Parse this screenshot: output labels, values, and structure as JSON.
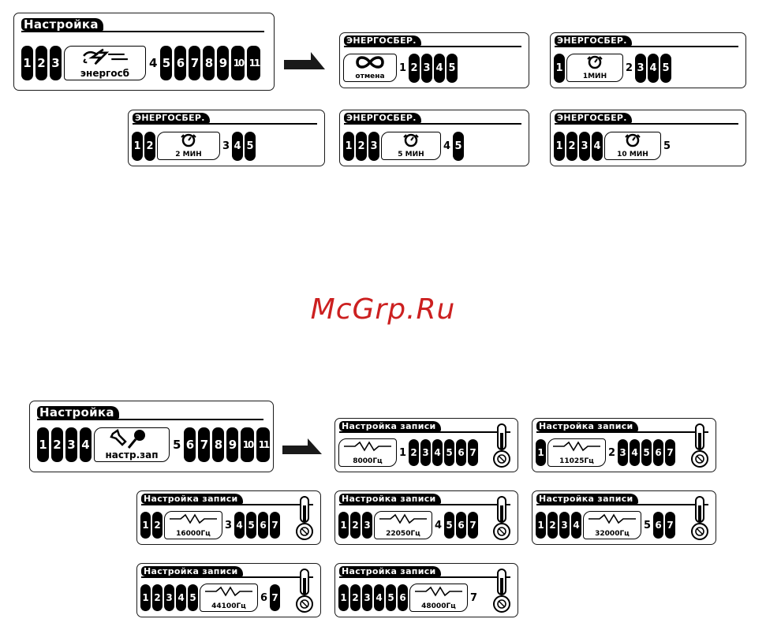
{
  "watermark": "McGrp.Ru",
  "energy": {
    "main": {
      "title": "Настройка",
      "left": [
        "1",
        "2",
        "3"
      ],
      "sel_label": "энергосб",
      "sel_num": "4",
      "right": [
        "5",
        "6",
        "7",
        "8",
        "9",
        "10",
        "11"
      ]
    },
    "screens": [
      {
        "title": "ЭНЕРГОСБЕР.",
        "left": [],
        "sel_label": "отмена",
        "sel_num": "1",
        "right": [
          "2",
          "3",
          "4",
          "5"
        ]
      },
      {
        "title": "ЭНЕРГОСБЕР.",
        "left": [
          "1"
        ],
        "sel_label": "1МИН",
        "sel_num": "2",
        "right": [
          "3",
          "4",
          "5"
        ]
      },
      {
        "title": "ЭНЕРГОСБЕР.",
        "left": [
          "1",
          "2"
        ],
        "sel_label": "2 МИН",
        "sel_num": "3",
        "right": [
          "4",
          "5"
        ]
      },
      {
        "title": "ЭНЕРГОСБЕР.",
        "left": [
          "1",
          "2",
          "3"
        ],
        "sel_label": "5 МИН",
        "sel_num": "4",
        "right": [
          "5"
        ]
      },
      {
        "title": "ЭНЕРГОСБЕР.",
        "left": [
          "1",
          "2",
          "3",
          "4"
        ],
        "sel_label": "10 МИН",
        "sel_num": "5",
        "right": []
      }
    ]
  },
  "record": {
    "main": {
      "title": "Настройка",
      "left": [
        "1",
        "2",
        "3",
        "4"
      ],
      "sel_label": "настр.зап",
      "sel_num": "5",
      "right": [
        "6",
        "7",
        "8",
        "9",
        "10",
        "11"
      ]
    },
    "screens": [
      {
        "title": "Настройка записи",
        "left": [],
        "sel_label": "8000Гц",
        "sel_num": "1",
        "right": [
          "2",
          "3",
          "4",
          "5",
          "6",
          "7"
        ]
      },
      {
        "title": "Настройка записи",
        "left": [
          "1"
        ],
        "sel_label": "11025Гц",
        "sel_num": "2",
        "right": [
          "3",
          "4",
          "5",
          "6",
          "7"
        ]
      },
      {
        "title": "Настройка записи",
        "left": [
          "1",
          "2"
        ],
        "sel_label": "16000Гц",
        "sel_num": "3",
        "right": [
          "4",
          "5",
          "6",
          "7"
        ]
      },
      {
        "title": "Настройка записи",
        "left": [
          "1",
          "2",
          "3"
        ],
        "sel_label": "22050Гц",
        "sel_num": "4",
        "right": [
          "5",
          "6",
          "7"
        ]
      },
      {
        "title": "Настройка записи",
        "left": [
          "1",
          "2",
          "3",
          "4"
        ],
        "sel_label": "32000Гц",
        "sel_num": "5",
        "right": [
          "6",
          "7"
        ]
      },
      {
        "title": "Настройка записи",
        "left": [
          "1",
          "2",
          "3",
          "4",
          "5"
        ],
        "sel_label": "44100Гц",
        "sel_num": "6",
        "right": [
          "7"
        ]
      },
      {
        "title": "Настройка записи",
        "left": [
          "1",
          "2",
          "3",
          "4",
          "5",
          "6"
        ],
        "sel_label": "48000Гц",
        "sel_num": "7",
        "right": []
      }
    ]
  }
}
